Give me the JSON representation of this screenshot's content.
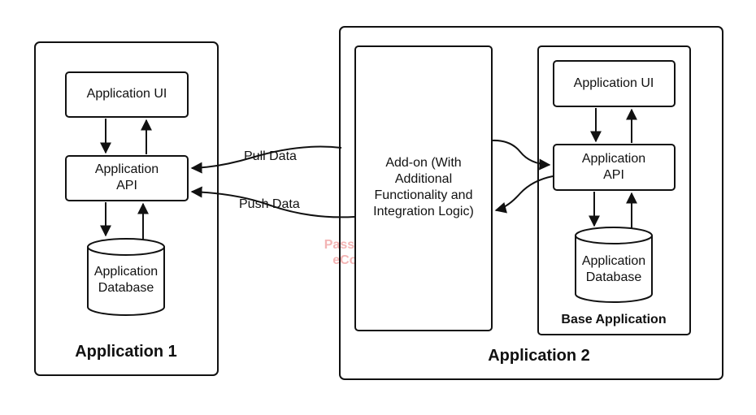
{
  "app1": {
    "title": "Application 1",
    "ui_label": "Application UI",
    "api_line1": "Application",
    "api_line2": "API",
    "db_line1": "Application",
    "db_line2": "Database"
  },
  "app2": {
    "title": "Application 2",
    "addon_line1": "Add-on (With",
    "addon_line2": "Additional",
    "addon_line3": "Functionality and",
    "addon_line4": "Integration Logic)",
    "base_title": "Base Application",
    "ui_label": "Application UI",
    "api_line1": "Application",
    "api_line2": "API",
    "db_line1": "Application",
    "db_line2": "Database"
  },
  "flows": {
    "pull": "Pull Data",
    "push": "Push Data"
  },
  "watermark": {
    "line1": "Passionate about",
    "line2": "eCommerce"
  }
}
